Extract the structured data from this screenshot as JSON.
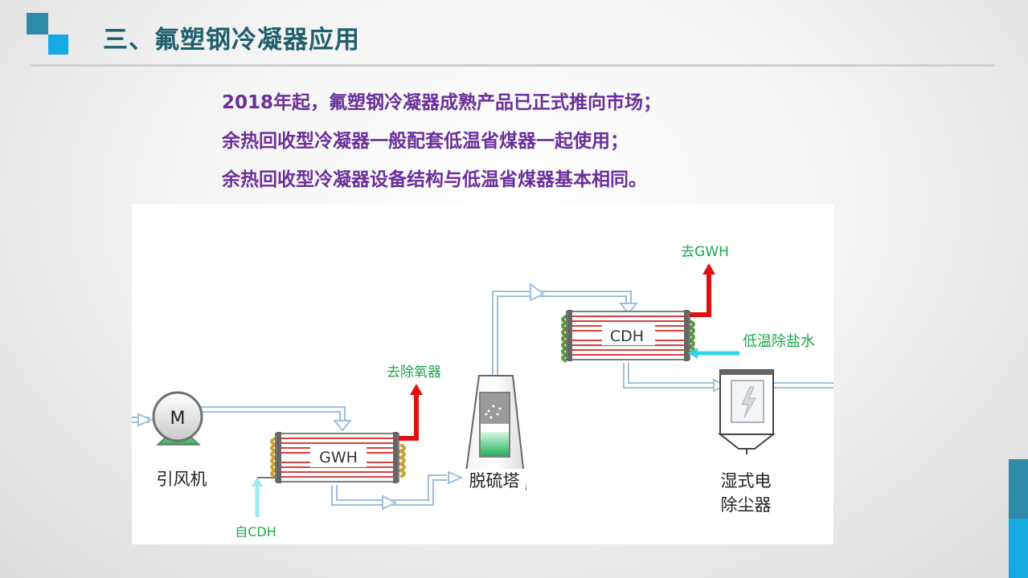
{
  "header": {
    "title": "三、氟塑钢冷凝器应用"
  },
  "bullets": [
    "2018年起，氟塑钢冷凝器成熟产品已正式推向市场；",
    "余热回收型冷凝器一般配套低温省煤器一起使用；",
    "余热回收型冷凝器设备结构与低温省煤器基本相同。"
  ],
  "diagram": {
    "fan_symbol": "M",
    "fan_label": "引风机",
    "gwh_label": "GWH",
    "cdh_label": "CDH",
    "to_deaerator": "去除氧器",
    "from_cdh": "自CDH",
    "to_gwh": "去GWH",
    "desulfurization_label": "脱硫塔",
    "low_temp_water": "低温除盐水",
    "esp_label_line1": "湿式电",
    "esp_label_line2": "除尘器"
  },
  "colors": {
    "title": "#1f5f6e",
    "bullet_text": "#6b2f9a",
    "accent_dark": "#2f8aa8",
    "accent_light": "#14a9e0",
    "annotation_green": "#1aa84a",
    "hot_pipe": "#e01010",
    "cold_water": "#33d6e6",
    "flue_pipe": "#a9c6e0"
  }
}
